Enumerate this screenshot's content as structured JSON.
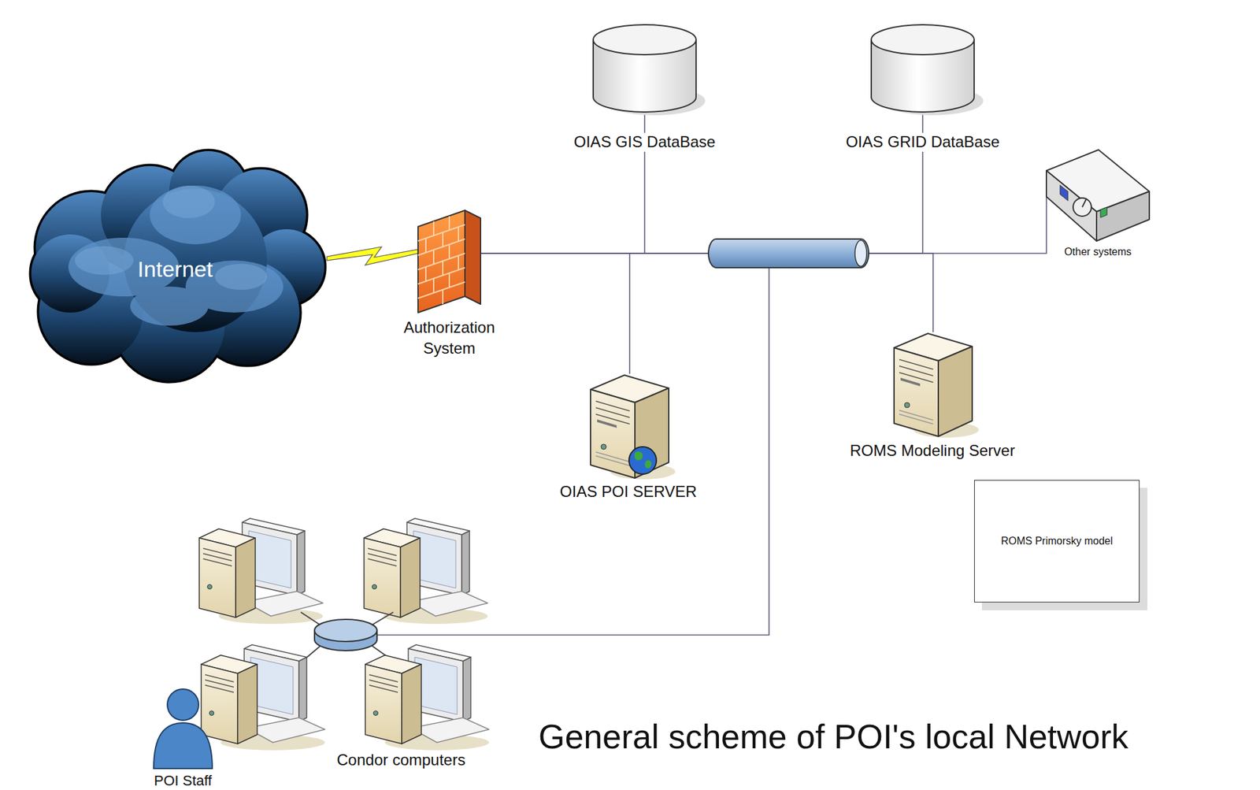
{
  "diagram": {
    "caption": "General scheme of POI's local Network",
    "nodes": [
      {
        "text": [
          "OIAS GIS DataBase"
        ]
      },
      {
        "text": [
          "OIAS GRID DataBase"
        ]
      },
      {
        "text": [
          "Other systems"
        ]
      },
      {
        "text": [
          "Internet"
        ]
      },
      {
        "text": [
          "Authorization System"
        ]
      },
      {
        "text": [
          "OIAS POI SERVER"
        ]
      },
      {
        "text": [
          "ROMS Modeling Server"
        ]
      },
      {
        "text": [
          "ROMS Primorsky model"
        ]
      },
      {
        "text": [
          "Condor computers"
        ]
      }
    ],
    "edges": [
      {
        "from": 3,
        "to": 4,
        "arrow": "none"
      },
      {
        "from": 4,
        "to": 0,
        "arrow": "none"
      },
      {
        "from": 4,
        "to": 5,
        "arrow": "none"
      },
      {
        "from": 4,
        "to": 1,
        "arrow": "none"
      },
      {
        "from": 4,
        "to": 6,
        "arrow": "none"
      },
      {
        "from": 4,
        "to": 2,
        "arrow": "none"
      },
      {
        "from": 4,
        "to": 8,
        "arrow": "none"
      }
    ],
    "labels": [
      "POI Staff"
    ]
  }
}
